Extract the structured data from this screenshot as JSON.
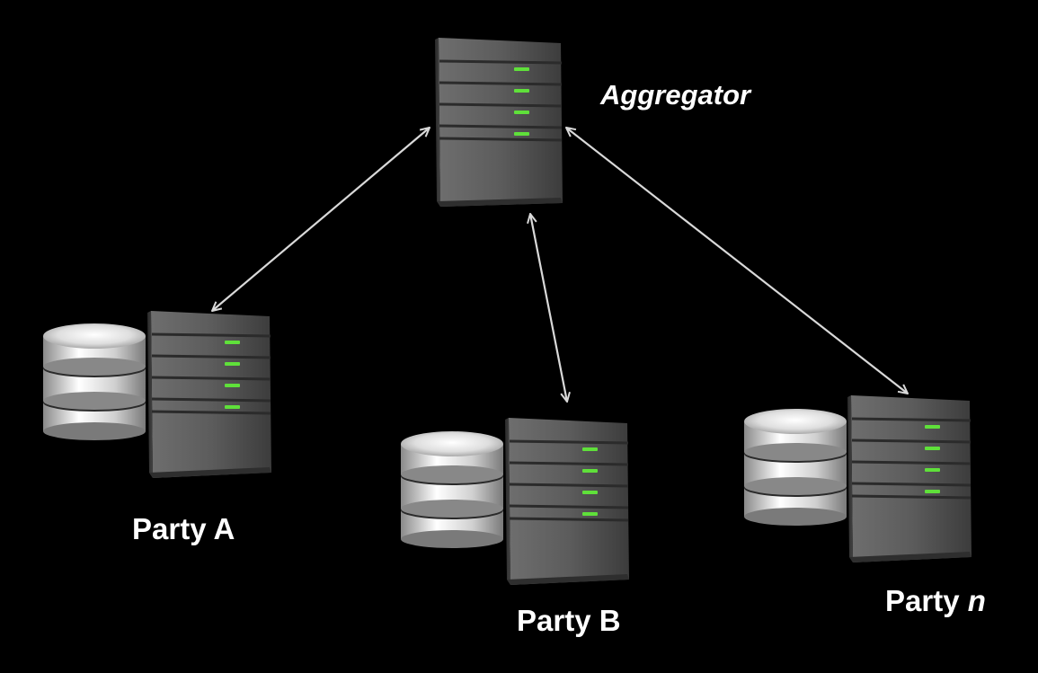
{
  "nodes": {
    "aggregator": {
      "label": "Aggregator",
      "icon": "server-icon"
    },
    "party_a": {
      "label_prefix": "Party ",
      "label_suffix": "A",
      "icons": [
        "database-icon",
        "server-icon"
      ]
    },
    "party_b": {
      "label_prefix": "Party ",
      "label_suffix": "B",
      "icons": [
        "database-icon",
        "server-icon"
      ]
    },
    "party_n": {
      "label_prefix": "Party ",
      "label_suffix": "n",
      "icons": [
        "database-icon",
        "server-icon"
      ]
    }
  },
  "edges": [
    {
      "from": "aggregator",
      "to": "party_a",
      "style": "bidirectional-arrow"
    },
    {
      "from": "aggregator",
      "to": "party_b",
      "style": "bidirectional-arrow"
    },
    {
      "from": "aggregator",
      "to": "party_n",
      "style": "bidirectional-arrow"
    }
  ],
  "colors": {
    "background": "#000000",
    "arrow": "#d9d9d9",
    "led": "#5fe03a",
    "server_body": "#5a5a5a",
    "text": "#ffffff"
  }
}
